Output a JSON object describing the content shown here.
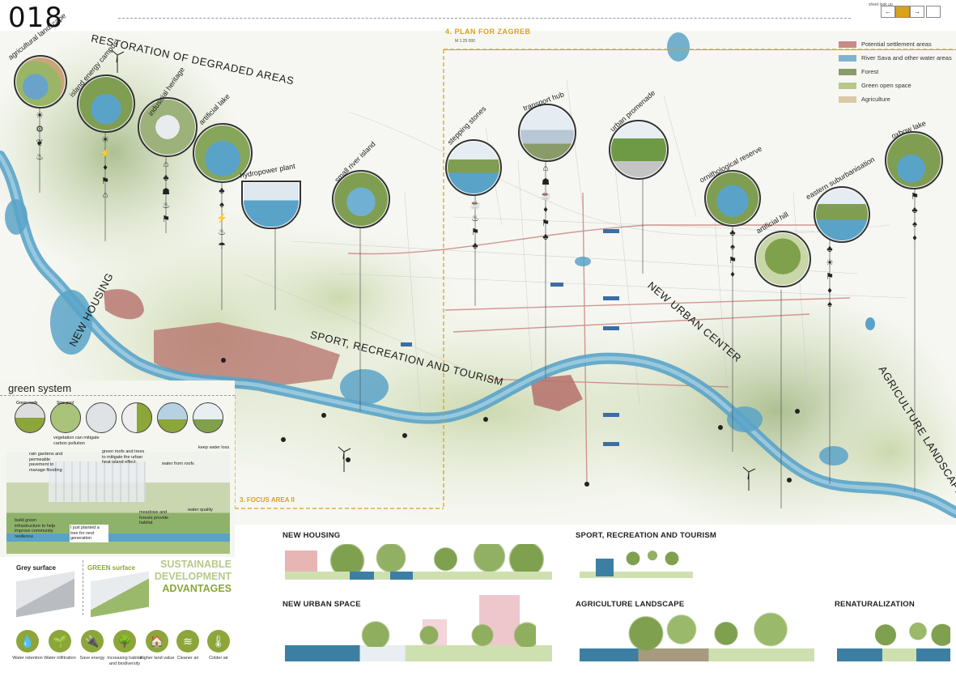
{
  "sheet": {
    "number": "018"
  },
  "nav": {
    "label": "sheet look up",
    "prev": "←",
    "next": "→"
  },
  "plan": {
    "title": "4. PLAN FOR ZAGREB",
    "scale": "M 1:25 000",
    "focus": "3. FOCUS AREA II"
  },
  "legend": [
    {
      "label": "Potential settlement areas",
      "color": "#c98a8a"
    },
    {
      "label": "River Sava and other water areas",
      "color": "#7fb3cf"
    },
    {
      "label": "Forest",
      "color": "#8a9b6a"
    },
    {
      "label": "Green open space",
      "color": "#b5c98a"
    },
    {
      "label": "Agriculture",
      "color": "#d9c9a8"
    }
  ],
  "map_titles": {
    "restoration": "RESTORATION OF DEGRADED AREAS",
    "new_housing": "NEW HOUSING",
    "sport": "SPORT, RECREATION AND TOURISM",
    "urban_center": "NEW URBAN CENTER",
    "agri": "AGRICULTURE LANDSCAPE"
  },
  "circles": [
    {
      "label": "agricultural landscape"
    },
    {
      "label": "island energy campus"
    },
    {
      "label": "industrial heritage"
    },
    {
      "label": "artificial lake"
    },
    {
      "label": "hydropower plant"
    },
    {
      "label": "small river island"
    },
    {
      "label": "stepping stones"
    },
    {
      "label": "transport hub"
    },
    {
      "label": "urban promenade"
    },
    {
      "label": "ornithological reserve"
    },
    {
      "label": "artificial hill"
    },
    {
      "label": "eastern suburbanisation"
    },
    {
      "label": "oxbow lake"
    }
  ],
  "green_system": {
    "title": "green system",
    "thumbs": [
      "Green roofs",
      "Sine pool"
    ],
    "notes": [
      "vegetation can mitigate carbon pollution",
      "rain gardens and permeable pavement to manage flooding",
      "green roofs and trees to mitigate the urban heat island effect",
      "water from roofs",
      "keep water loss",
      "build green infrastructure to help improve community resilience",
      "I just planted a tree for next generation",
      "meadows and forests provide habitat",
      "water quality"
    ]
  },
  "surfaces": {
    "grey": "Grey surface",
    "green": "GREEN surface"
  },
  "advantages": {
    "title1": "SUSTAINABLE",
    "title2": "DEVELOPMENT",
    "title3": "ADVANTAGES",
    "items": [
      {
        "label": "Water retention",
        "icon": "droplet-icon",
        "glyph": "💧"
      },
      {
        "label": "Water infiltration",
        "icon": "grass-icon",
        "glyph": "🌱"
      },
      {
        "label": "Save energy",
        "icon": "plug-icon",
        "glyph": "🔌"
      },
      {
        "label": "Increasing habitat and biodiversity",
        "icon": "tree-icon",
        "glyph": "🌳"
      },
      {
        "label": "Higher land value",
        "icon": "house-icon",
        "glyph": "🏠"
      },
      {
        "label": "Cleaner air",
        "icon": "wind-icon",
        "glyph": "≋"
      },
      {
        "label": "Colder air",
        "icon": "thermometer-icon",
        "glyph": "🌡"
      }
    ]
  },
  "sections": [
    {
      "title": "NEW HOUSING"
    },
    {
      "title": "SPORT, RECREATION AND TOURISM"
    },
    {
      "title": "NEW URBAN SPACE"
    },
    {
      "title": "AGRICULTURE LANDSCAPE"
    },
    {
      "title": "RENATURALIZATION"
    }
  ],
  "colors": {
    "river": "#5aa3c8",
    "settlement": "#b5706b",
    "green": "#a9bf7d",
    "accent": "#d9a21b",
    "olive": "#8ca63a"
  }
}
